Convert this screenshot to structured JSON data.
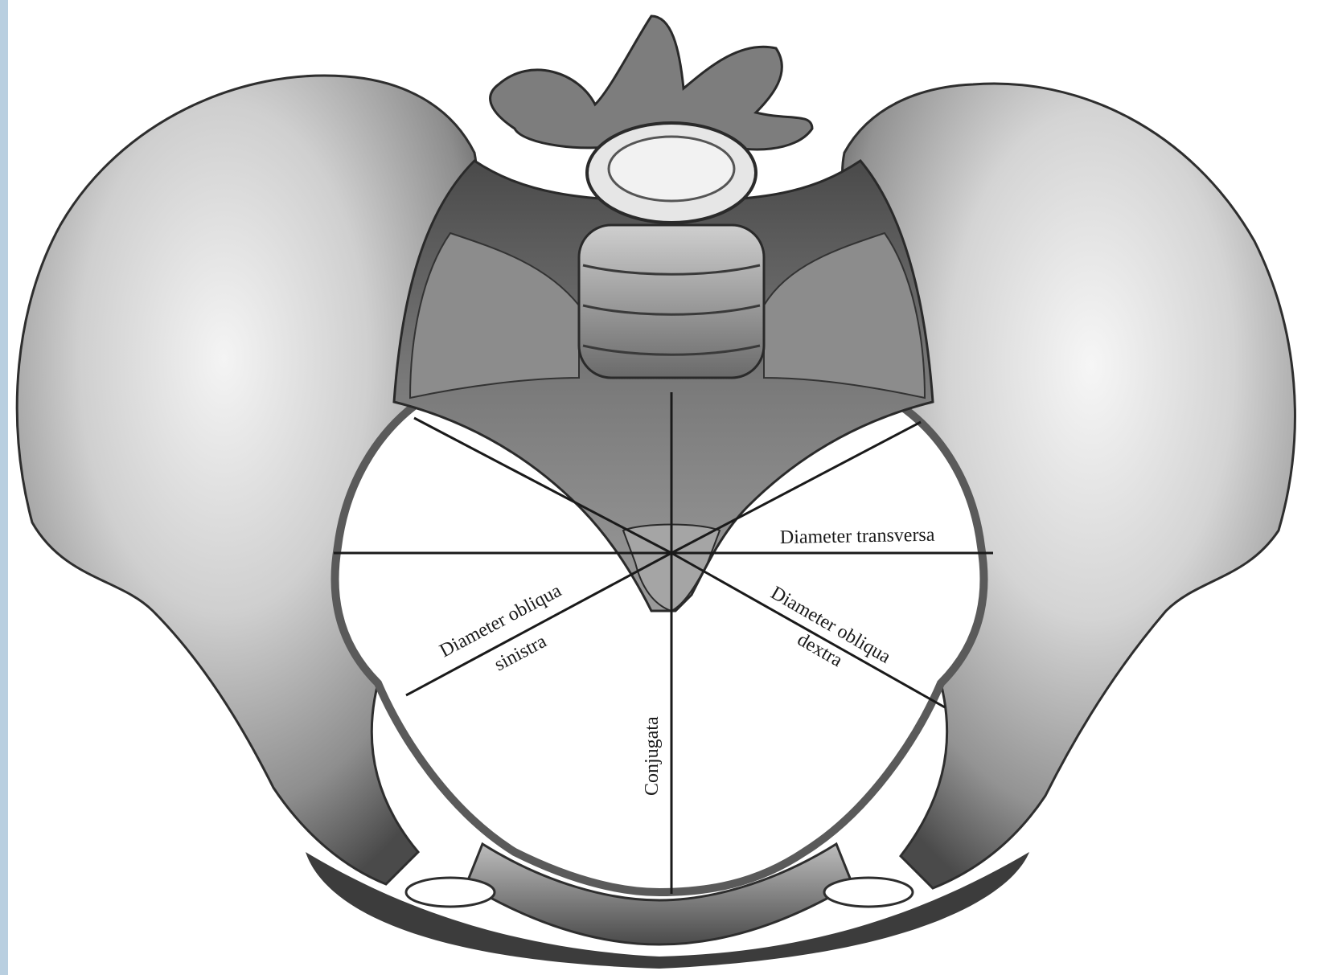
{
  "labels": {
    "transversa": "Diameter transversa",
    "obliqua_sinistra_1": "Diameter obliqua",
    "obliqua_sinistra_2": "sinistra",
    "obliqua_dextra_1": "Diameter obliqua",
    "obliqua_dextra_2": "dextra",
    "conjugata": "Conjugata"
  },
  "colors": {
    "background": "#ffffff",
    "bone_light": "#e9e9e9",
    "bone_mid": "#a9a9a9",
    "bone_dark": "#3c3c3c",
    "line": "#1a1a1a"
  },
  "illustration": "pelvis-superior-view"
}
